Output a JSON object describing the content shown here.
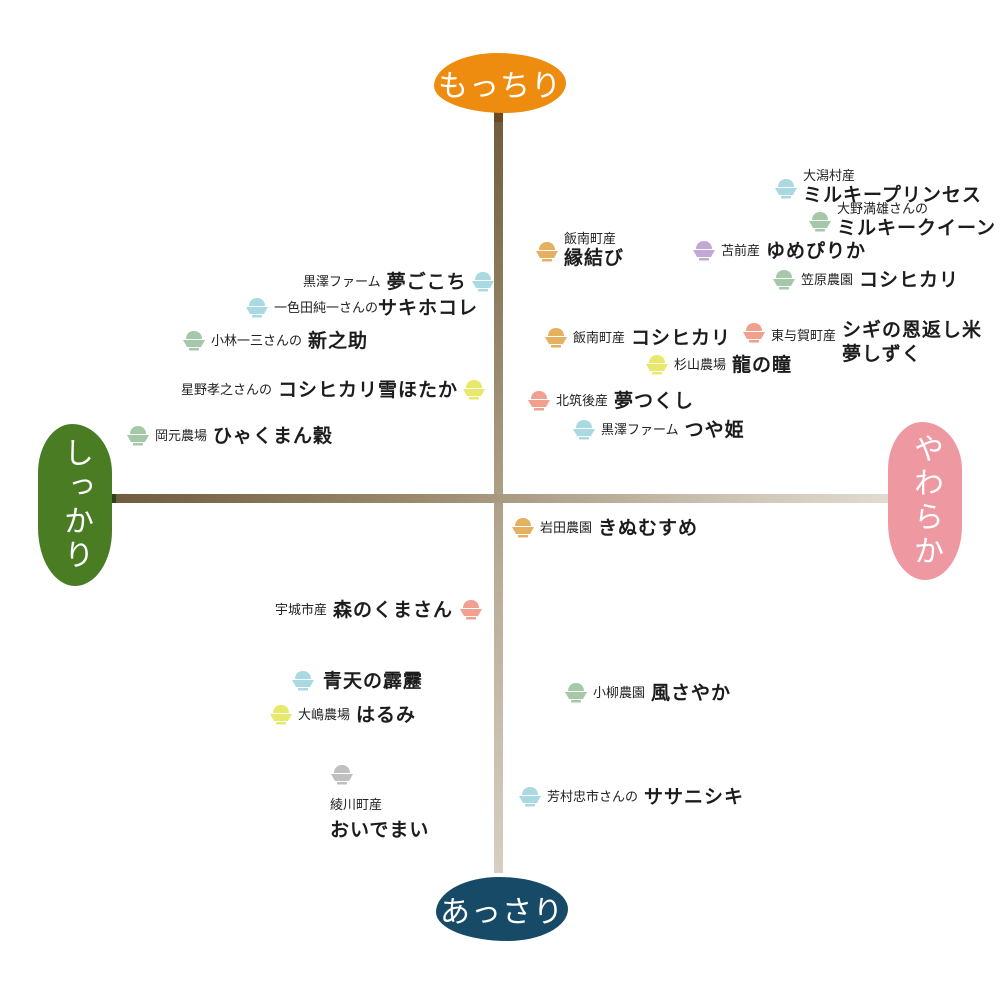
{
  "chart_data": {
    "type": "scatter",
    "title": "",
    "axes": {
      "top": "もっちり",
      "bottom": "あっさり",
      "left": "しっかり",
      "right": "やわらか"
    },
    "xlabel": "しっかり ← → やわらか",
    "ylabel": "あっさり ← → もっちり",
    "xlim": [
      -1,
      1
    ],
    "ylim": [
      -1,
      1
    ],
    "grid": false,
    "legend": "none",
    "points": [
      {
        "origin": "大潟村産",
        "name": "ミルキープリンセス",
        "x": 0.73,
        "y": 0.82,
        "color": "#a9d9e3"
      },
      {
        "origin": "大野満雄さんの",
        "name": "ミルキークイーン",
        "x": 0.82,
        "y": 0.74,
        "color": "#a5c9a8"
      },
      {
        "origin": "飯南町産",
        "name": "縁結び",
        "x": 0.13,
        "y": 0.65,
        "color": "#e5b060"
      },
      {
        "origin": "苫前産",
        "name": "ゆめぴりか",
        "x": 0.52,
        "y": 0.65,
        "color": "#c0a8d8"
      },
      {
        "origin": "笠原農園",
        "name": "コシヒカリ",
        "x": 0.72,
        "y": 0.57,
        "color": "#a5c9a8"
      },
      {
        "origin": "黒澤ファーム",
        "name": "夢ごこち",
        "x": -0.06,
        "y": 0.57,
        "color": "#a9d9e3"
      },
      {
        "origin": "一色田純一さんの",
        "name": "サキホコレ",
        "x": -0.61,
        "y": 0.5,
        "color": "#a9d9e3"
      },
      {
        "origin": "小林一三さんの",
        "name": "新之助",
        "x": -0.76,
        "y": 0.42,
        "color": "#a5c9a8"
      },
      {
        "origin": "飯南町産",
        "name": "コシヒカリ",
        "x": 0.14,
        "y": 0.42,
        "color": "#e5b060"
      },
      {
        "origin": "東与賀町産",
        "name": "シギの恩返し米 夢しずく",
        "x": 0.65,
        "y": 0.42,
        "color": "#f0a08c"
      },
      {
        "origin": "杉山農場",
        "name": "龍の瞳",
        "x": 0.4,
        "y": 0.35,
        "color": "#e8e86a"
      },
      {
        "origin": "星野孝之さんの",
        "name": "コシヒカリ雪ほたか",
        "x": -0.06,
        "y": 0.28,
        "color": "#e8e86a"
      },
      {
        "origin": "北筑後産",
        "name": "夢つくし",
        "x": 0.1,
        "y": 0.25,
        "color": "#f0a08c"
      },
      {
        "origin": "岡元農場",
        "name": "ひゃくまん穀",
        "x": -0.9,
        "y": 0.17,
        "color": "#a5c9a8"
      },
      {
        "origin": "黒澤ファーム",
        "name": "つや姫",
        "x": 0.22,
        "y": 0.18,
        "color": "#a9d9e3"
      },
      {
        "origin": "岩田農園",
        "name": "きぬむすめ",
        "x": 0.06,
        "y": -0.07,
        "color": "#e5b060"
      },
      {
        "origin": "宇城市産",
        "name": "森のくまさん",
        "x": -0.07,
        "y": -0.28,
        "color": "#f0a08c"
      },
      {
        "origin": "",
        "name": "青天の霹靂",
        "x": -0.5,
        "y": -0.46,
        "color": "#a9d9e3"
      },
      {
        "origin": "小柳農園",
        "name": "風さやか",
        "x": 0.2,
        "y": -0.51,
        "color": "#a5c9a8"
      },
      {
        "origin": "大嶋農場",
        "name": "はるみ",
        "x": -0.55,
        "y": -0.56,
        "color": "#e8e86a"
      },
      {
        "origin": "綾川町産",
        "name": "おいでまい",
        "x": -0.42,
        "y": -0.72,
        "color": "#c0c0c0"
      },
      {
        "origin": "芳村忠市さんの",
        "name": "ササニシキ",
        "x": 0.09,
        "y": -0.78,
        "color": "#a9d9e3"
      }
    ]
  },
  "badges": {
    "top": {
      "label": "もっちり",
      "color": "#ee8c0f"
    },
    "bottom": {
      "label": "あっさり",
      "color": "#164a66"
    },
    "left": {
      "label": "しっかり",
      "color": "#4a7d23"
    },
    "right": {
      "label": "やわらか",
      "color": "#ee99a1"
    }
  },
  "items": [
    {
      "origin": "大潟村産",
      "name": "ミルキープリンセス"
    },
    {
      "origin": "大野満雄さんの",
      "name": "ミルキークイーン"
    },
    {
      "origin": "飯南町産",
      "name": "縁結び"
    },
    {
      "origin": "苫前産",
      "name": "ゆめぴりか"
    },
    {
      "origin": "笠原農園",
      "name": "コシヒカリ"
    },
    {
      "origin": "黒澤ファーム",
      "name": "夢ごこち"
    },
    {
      "origin": "一色田純一さんの",
      "name": "サキホコレ"
    },
    {
      "origin": "小林一三さんの",
      "name": "新之助"
    },
    {
      "origin": "飯南町産",
      "name": "コシヒカリ"
    },
    {
      "origin": "東与賀町産",
      "name": "シギの恩返し米",
      "name2": "夢しずく"
    },
    {
      "origin": "杉山農場",
      "name": "龍の瞳"
    },
    {
      "origin": "星野孝之さんの",
      "name": "コシヒカリ雪ほたか"
    },
    {
      "origin": "北筑後産",
      "name": "夢つくし"
    },
    {
      "origin": "岡元農場",
      "name": "ひゃくまん穀"
    },
    {
      "origin": "黒澤ファーム",
      "name": "つや姫"
    },
    {
      "origin": "岩田農園",
      "name": "きぬむすめ"
    },
    {
      "origin": "宇城市産",
      "name": "森のくまさん"
    },
    {
      "origin": "",
      "name": "青天の霹靂"
    },
    {
      "origin": "小柳農園",
      "name": "風さやか"
    },
    {
      "origin": "大嶋農場",
      "name": "はるみ"
    },
    {
      "origin": "綾川町産",
      "name": "おいでまい"
    },
    {
      "origin": "芳村忠市さんの",
      "name": "ササニシキ"
    }
  ],
  "colors": {
    "blue_bowl": "#a9d9e3",
    "green_bowl": "#a5c9a8",
    "orange_bowl": "#e5b060",
    "purple_bowl": "#c0a8d8",
    "salmon_bowl": "#f0a08c",
    "yellow_bowl": "#e8e86a",
    "gray_bowl": "#c0c0c0"
  }
}
